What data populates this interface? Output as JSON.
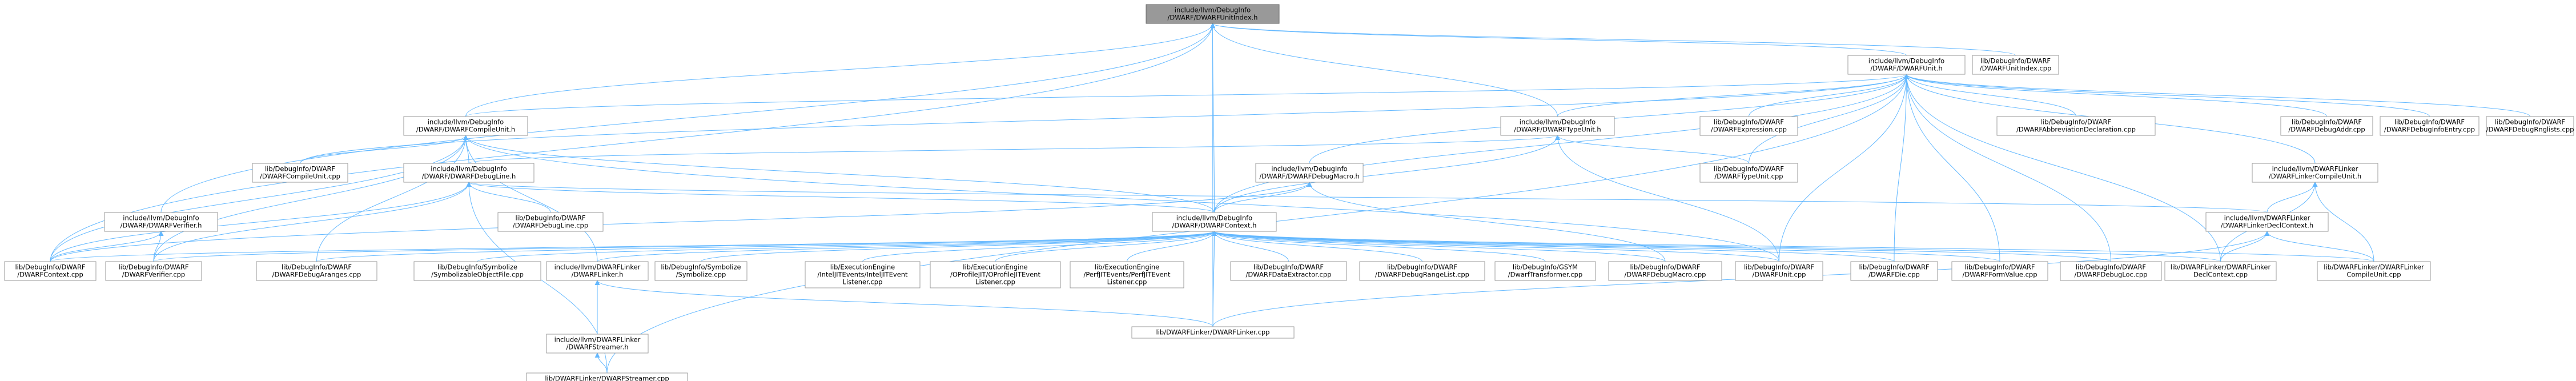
{
  "diagram": {
    "colors": {
      "node_fill": "#ffffff",
      "node_border": "#999999",
      "root_fill": "#999999",
      "root_border": "#666666",
      "edge": "#63b8ff",
      "text": "#000000"
    },
    "nodes": [
      {
        "id": "n0",
        "lines": [
          "include/llvm/DebugInfo",
          "/DWARF/DWARFUnitIndex.h"
        ],
        "root": true
      },
      {
        "id": "n1",
        "lines": [
          "include/llvm/DebugInfo",
          "/DWARF/DWARFUnit.h"
        ]
      },
      {
        "id": "n2",
        "lines": [
          "lib/DebugInfo/DWARF",
          "/DWARFUnitIndex.cpp"
        ]
      },
      {
        "id": "n3",
        "lines": [
          "include/llvm/DebugInfo",
          "/DWARF/DWARFCompileUnit.h"
        ]
      },
      {
        "id": "n4",
        "lines": [
          "include/llvm/DebugInfo",
          "/DWARF/DWARFTypeUnit.h"
        ]
      },
      {
        "id": "n5",
        "lines": [
          "lib/DebugInfo/DWARF",
          "/DWARFExpression.cpp"
        ]
      },
      {
        "id": "n6",
        "lines": [
          "lib/DebugInfo/DWARF",
          "/DWARFAbbreviationDeclaration.cpp"
        ]
      },
      {
        "id": "n7",
        "lines": [
          "lib/DebugInfo/DWARF",
          "/DWARFDebugAddr.cpp"
        ]
      },
      {
        "id": "n8",
        "lines": [
          "lib/DebugInfo/DWARF",
          "/DWARFDebugInfoEntry.cpp"
        ]
      },
      {
        "id": "n9",
        "lines": [
          "lib/DebugInfo/DWARF",
          "/DWARFDebugRnglists.cpp"
        ]
      },
      {
        "id": "n10",
        "lines": [
          "lib/DebugInfo/DWARF",
          "/DWARFCompileUnit.cpp"
        ]
      },
      {
        "id": "n11",
        "lines": [
          "include/llvm/DebugInfo",
          "/DWARF/DWARFDebugLine.h"
        ]
      },
      {
        "id": "n12",
        "lines": [
          "include/llvm/DebugInfo",
          "/DWARF/DWARFDebugMacro.h"
        ]
      },
      {
        "id": "n13",
        "lines": [
          "lib/DebugInfo/DWARF",
          "/DWARFTypeUnit.cpp"
        ]
      },
      {
        "id": "n14",
        "lines": [
          "include/llvm/DWARFLinker",
          "/DWARFLinkerCompileUnit.h"
        ]
      },
      {
        "id": "n15",
        "lines": [
          "include/llvm/DebugInfo",
          "/DWARF/DWARFVerifier.h"
        ]
      },
      {
        "id": "n16",
        "lines": [
          "lib/DebugInfo/DWARF",
          "/DWARFDebugLine.cpp"
        ]
      },
      {
        "id": "n17",
        "lines": [
          "include/llvm/DebugInfo",
          "/DWARF/DWARFContext.h"
        ]
      },
      {
        "id": "n18",
        "lines": [
          "include/llvm/DWARFLinker",
          "/DWARFLinkerDeclContext.h"
        ]
      },
      {
        "id": "n19",
        "lines": [
          "lib/DebugInfo/DWARF",
          "/DWARFContext.cpp"
        ]
      },
      {
        "id": "n20",
        "lines": [
          "lib/DebugInfo/DWARF",
          "/DWARFVerifier.cpp"
        ]
      },
      {
        "id": "n21",
        "lines": [
          "lib/DebugInfo/DWARF",
          "/DWARFDebugAranges.cpp"
        ]
      },
      {
        "id": "n22",
        "lines": [
          "lib/DebugInfo/Symbolize",
          "/SymbolizableObjectFile.cpp"
        ]
      },
      {
        "id": "n23",
        "lines": [
          "include/llvm/DWARFLinker",
          "/DWARFLinker.h"
        ]
      },
      {
        "id": "n24",
        "lines": [
          "lib/DebugInfo/Symbolize",
          "/Symbolize.cpp"
        ]
      },
      {
        "id": "n25",
        "lines": [
          "lib/ExecutionEngine",
          "/IntelJITEvents/IntelJITEvent",
          "Listener.cpp"
        ]
      },
      {
        "id": "n26",
        "lines": [
          "lib/ExecutionEngine",
          "/OProfileJIT/OProfileJITEvent",
          "Listener.cpp"
        ]
      },
      {
        "id": "n27",
        "lines": [
          "lib/ExecutionEngine",
          "/PerfJITEvents/PerfJITEvent",
          "Listener.cpp"
        ]
      },
      {
        "id": "n28",
        "lines": [
          "lib/DebugInfo/DWARF",
          "/DWARFDataExtractor.cpp"
        ]
      },
      {
        "id": "n29",
        "lines": [
          "lib/DebugInfo/DWARF",
          "/DWARFDebugRangeList.cpp"
        ]
      },
      {
        "id": "n30",
        "lines": [
          "lib/DebugInfo/GSYM",
          "/DwarfTransformer.cpp"
        ]
      },
      {
        "id": "n31",
        "lines": [
          "lib/DebugInfo/DWARF",
          "/DWARFDebugMacro.cpp"
        ]
      },
      {
        "id": "n32",
        "lines": [
          "lib/DebugInfo/DWARF",
          "/DWARFUnit.cpp"
        ]
      },
      {
        "id": "n33",
        "lines": [
          "lib/DebugInfo/DWARF",
          "/DWARFDie.cpp"
        ]
      },
      {
        "id": "n34",
        "lines": [
          "lib/DebugInfo/DWARF",
          "/DWARFFormValue.cpp"
        ]
      },
      {
        "id": "n35",
        "lines": [
          "lib/DebugInfo/DWARF",
          "/DWARFDebugLoc.cpp"
        ]
      },
      {
        "id": "n36",
        "lines": [
          "lib/DWARFLinker/DWARFLinker",
          "DeclContext.cpp"
        ]
      },
      {
        "id": "n37",
        "lines": [
          "lib/DWARFLinker/DWARFLinker",
          "CompileUnit.cpp"
        ]
      },
      {
        "id": "n38",
        "lines": [
          "include/llvm/DWARFLinker",
          "/DWARFStreamer.h"
        ]
      },
      {
        "id": "n39",
        "lines": [
          "lib/DWARFLinker/DWARFLinker.cpp"
        ]
      },
      {
        "id": "n40",
        "lines": [
          "lib/DWARFLinker/DWARFStreamer.cpp"
        ]
      }
    ],
    "edges": [
      [
        "n1",
        "n0"
      ],
      [
        "n2",
        "n0"
      ],
      [
        "n3",
        "n0"
      ],
      [
        "n4",
        "n0"
      ],
      [
        "n15",
        "n0"
      ],
      [
        "n17",
        "n0"
      ],
      [
        "n19",
        "n0"
      ],
      [
        "n39",
        "n0"
      ],
      [
        "n3",
        "n1"
      ],
      [
        "n4",
        "n1"
      ],
      [
        "n5",
        "n1"
      ],
      [
        "n6",
        "n1"
      ],
      [
        "n7",
        "n1"
      ],
      [
        "n8",
        "n1"
      ],
      [
        "n9",
        "n1"
      ],
      [
        "n10",
        "n1"
      ],
      [
        "n12",
        "n1"
      ],
      [
        "n13",
        "n1"
      ],
      [
        "n14",
        "n1"
      ],
      [
        "n17",
        "n1"
      ],
      [
        "n32",
        "n1"
      ],
      [
        "n33",
        "n1"
      ],
      [
        "n34",
        "n1"
      ],
      [
        "n35",
        "n1"
      ],
      [
        "n36",
        "n1"
      ],
      [
        "n40",
        "n1"
      ],
      [
        "n10",
        "n3"
      ],
      [
        "n11",
        "n3"
      ],
      [
        "n17",
        "n3"
      ],
      [
        "n19",
        "n3"
      ],
      [
        "n20",
        "n3"
      ],
      [
        "n21",
        "n3"
      ],
      [
        "n23",
        "n3"
      ],
      [
        "n32",
        "n3"
      ],
      [
        "n11",
        "n4"
      ],
      [
        "n13",
        "n4"
      ],
      [
        "n17",
        "n4"
      ],
      [
        "n32",
        "n4"
      ],
      [
        "n16",
        "n11"
      ],
      [
        "n17",
        "n11"
      ],
      [
        "n18",
        "n11"
      ],
      [
        "n19",
        "n11"
      ],
      [
        "n20",
        "n11"
      ],
      [
        "n40",
        "n11"
      ],
      [
        "n17",
        "n12"
      ],
      [
        "n19",
        "n12"
      ],
      [
        "n31",
        "n12"
      ],
      [
        "n18",
        "n14"
      ],
      [
        "n36",
        "n14"
      ],
      [
        "n37",
        "n14"
      ],
      [
        "n19",
        "n15"
      ],
      [
        "n20",
        "n15"
      ],
      [
        "n19",
        "n17"
      ],
      [
        "n20",
        "n17"
      ],
      [
        "n21",
        "n17"
      ],
      [
        "n22",
        "n17"
      ],
      [
        "n23",
        "n17"
      ],
      [
        "n24",
        "n17"
      ],
      [
        "n25",
        "n17"
      ],
      [
        "n26",
        "n17"
      ],
      [
        "n27",
        "n17"
      ],
      [
        "n28",
        "n17"
      ],
      [
        "n29",
        "n17"
      ],
      [
        "n30",
        "n17"
      ],
      [
        "n31",
        "n17"
      ],
      [
        "n32",
        "n17"
      ],
      [
        "n33",
        "n17"
      ],
      [
        "n34",
        "n17"
      ],
      [
        "n35",
        "n17"
      ],
      [
        "n36",
        "n17"
      ],
      [
        "n37",
        "n17"
      ],
      [
        "n39",
        "n17"
      ],
      [
        "n36",
        "n18"
      ],
      [
        "n37",
        "n18"
      ],
      [
        "n39",
        "n18"
      ],
      [
        "n38",
        "n23"
      ],
      [
        "n39",
        "n23"
      ],
      [
        "n40",
        "n38"
      ]
    ]
  }
}
